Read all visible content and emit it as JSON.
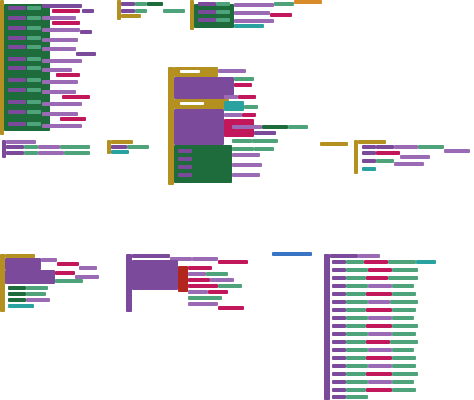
{
  "workspace": {
    "background": "#ffffff",
    "colors": {
      "event_gold": "#b39020",
      "dark_green": "#1e6b3c",
      "purple": "#7b4a9a",
      "lavender": "#9b6ab5",
      "mint": "#4fa37a",
      "pink": "#c2185b",
      "red": "#b3261e",
      "teal": "#2aa3a0",
      "orange": "#d98b2b",
      "blue": "#3a74c5",
      "gray_slot": "#e8e8e8"
    }
  },
  "groups": [
    {
      "id": "top-left-tall",
      "kind": "event"
    },
    {
      "id": "top-mid",
      "kind": "event"
    },
    {
      "id": "top-right",
      "kind": "event"
    },
    {
      "id": "center-big",
      "kind": "event"
    },
    {
      "id": "mid-left-small",
      "kind": "procedure"
    },
    {
      "id": "mid-left-small-2",
      "kind": "procedure"
    },
    {
      "id": "mid-right",
      "kind": "event"
    },
    {
      "id": "bottom-left",
      "kind": "event"
    },
    {
      "id": "bottom-mid",
      "kind": "event"
    },
    {
      "id": "bottom-right",
      "kind": "event"
    }
  ]
}
